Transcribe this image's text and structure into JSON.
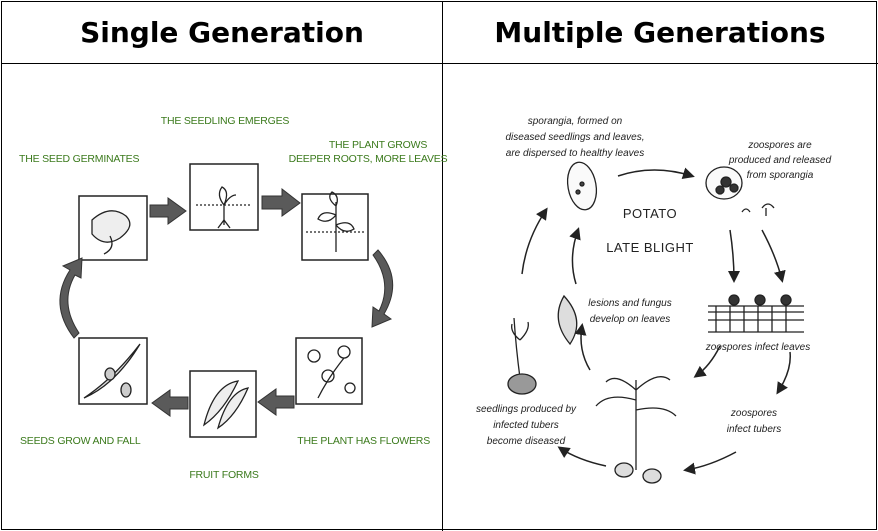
{
  "headers": {
    "left": "Single Generation",
    "right": "Multiple Generations"
  },
  "single": {
    "stages": [
      "THE SEEDLING EMERGES",
      "THE PLANT GROWS",
      "DEEPER ROOTS, MORE LEAVES",
      "THE SEED GERMINATES",
      "SEEDS GROW AND FALL",
      "THE PLANT HAS FLOWERS",
      "FRUIT FORMS"
    ]
  },
  "multiple": {
    "title_line1": "POTATO",
    "title_line2": "LATE BLIGHT",
    "sporangia": [
      "sporangia, formed on",
      "diseased seedlings and leaves,",
      "are dispersed to healthy leaves"
    ],
    "zoospores": [
      "zoospores are",
      "produced and released",
      "from sporangia"
    ],
    "lesions": [
      "lesions and fungus",
      "develop on leaves"
    ],
    "infect_leaves": "zoospores infect leaves",
    "infect_tubers": [
      "zoospores",
      "infect tubers"
    ],
    "seedlings": [
      "seedlings produced by",
      "infected tubers",
      "become diseased"
    ]
  },
  "colors": {
    "stage_label": "#3b7a1c",
    "arrow": "#5a5a5a"
  }
}
